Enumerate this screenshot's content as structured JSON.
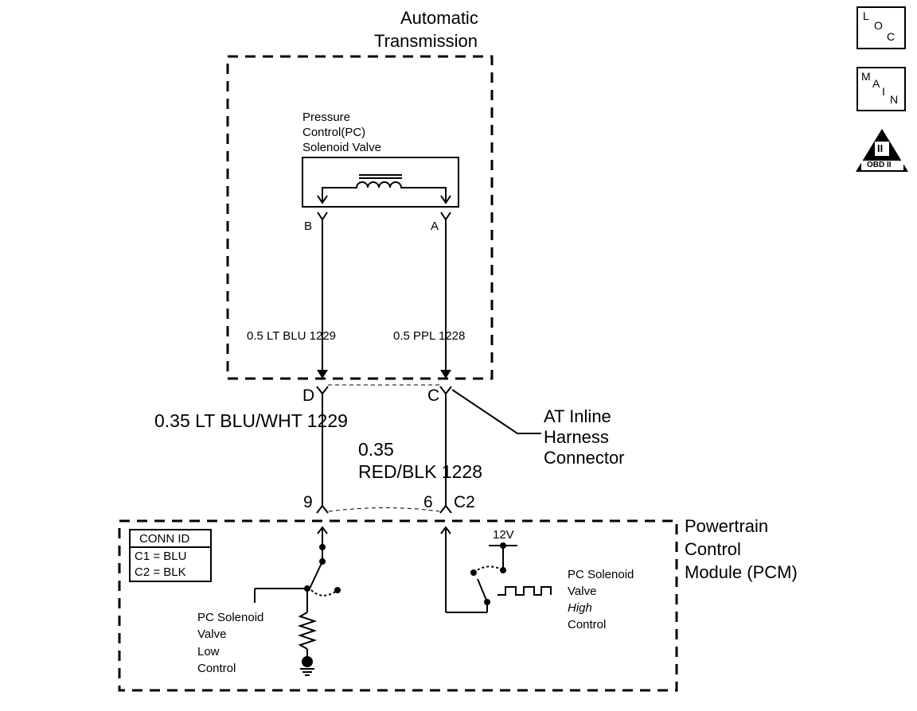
{
  "transmission": {
    "title_line1": "Automatic",
    "title_line2": "Transmission"
  },
  "solenoid": {
    "label_line1": "Pressure",
    "label_line2": "Control(PC)",
    "label_line3": "Solenoid Valve"
  },
  "pins": {
    "B": "B",
    "A": "A",
    "D": "D",
    "C": "C",
    "nine": "9",
    "six": "6",
    "c2": "C2"
  },
  "wires": {
    "inner_left": "0.5 LT BLU 1229",
    "inner_right": "0.5 PPL 1228",
    "outer_left": "0.35 LT BLU/WHT 1229",
    "outer_right_line1": "0.35",
    "outer_right_line2": "RED/BLK 1228"
  },
  "harness": {
    "line1": "AT Inline",
    "line2": "Harness",
    "line3": "Connector"
  },
  "pcm": {
    "line1": "Powertrain",
    "line2": "Control",
    "line3": "Module (PCM)"
  },
  "conn_id": {
    "title": "CONN ID",
    "row1": "C1 = BLU",
    "row2": "C2 = BLK"
  },
  "low_control": {
    "line1": "PC Solenoid",
    "line2": "Valve",
    "line3": "Low",
    "line4": "Control"
  },
  "high_control": {
    "line1": "PC Solenoid",
    "line2": "Valve",
    "line3": "High",
    "line4": "Control"
  },
  "supply": {
    "voltage": "12V"
  },
  "side_icons": {
    "loc": {
      "l": "L",
      "o": "O",
      "c": "C"
    },
    "main": {
      "m": "M",
      "a": "A",
      "i": "I",
      "n": "N"
    },
    "obd": {
      "numeral": "II",
      "text": "OBD II"
    }
  }
}
